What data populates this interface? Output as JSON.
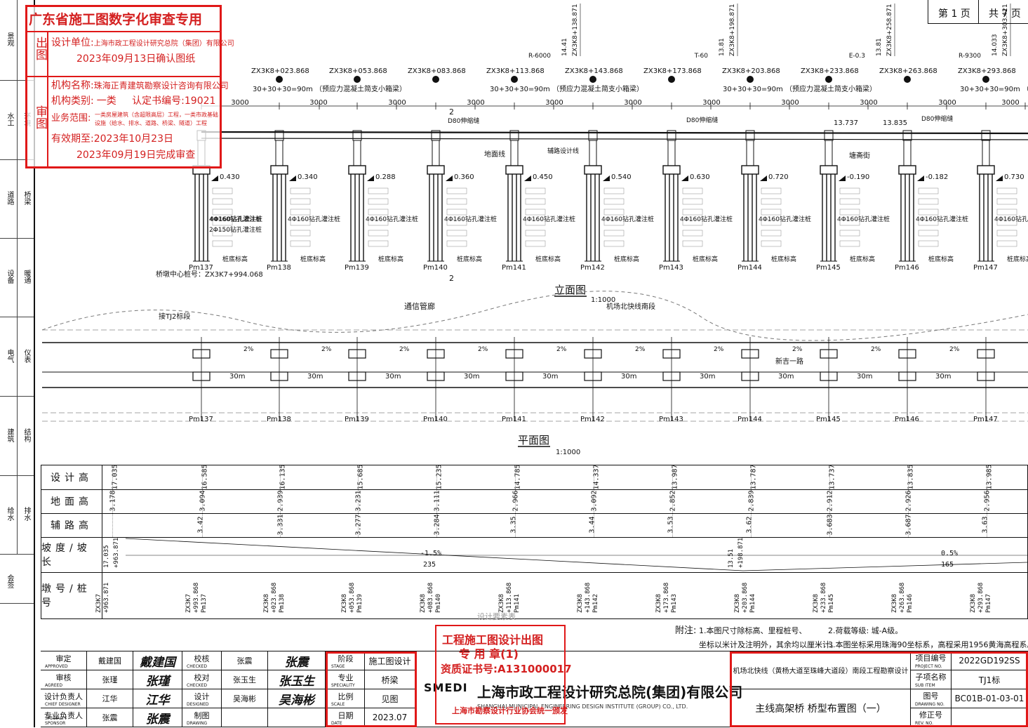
{
  "left_margin": {
    "cells": [
      {
        "a": "景观",
        "b": ""
      },
      {
        "a": "水工",
        "b": "环境"
      },
      {
        "a": "道路",
        "b": "桥梁"
      },
      {
        "a": "设备",
        "b": "暖通"
      },
      {
        "a": "电气",
        "b": "仪表"
      },
      {
        "a": "建筑",
        "b": "结构"
      },
      {
        "a": "给水",
        "b": "排水"
      },
      {
        "a": "会签",
        "b": ""
      }
    ]
  },
  "top_pages": {
    "page": "第 1 页",
    "total": "共 7 页"
  },
  "review_stamp": {
    "title": "广东省施工图数字化审查专用",
    "side_out": "出图",
    "side_review": "审图",
    "design_unit_label": "设计单位:",
    "design_unit": "上海市政工程设计研究总院（集团）有限公司",
    "confirm_date": "2023年09月13日确认图纸",
    "org_name_label": "机构名称:",
    "org_name": "珠海正青建筑勘察设计咨询有限公司",
    "org_type_label": "机构类别:",
    "org_type": "一类",
    "cert_label": "认定书编号:",
    "cert_no": "19021",
    "scope_label": "业务范围:",
    "scope": "一类房屋建筑（含超限高层）工程，一类市政基础设施（给水、排水、道路、桥梁、隧道）工程",
    "valid_label": "有效期至:",
    "valid_until": "2023年10月23日",
    "finish_date": "2023年09月19日完成审查"
  },
  "curve_marks": [
    {
      "r": "R-6000",
      "stake": "ZX3K8+138.871",
      "elev": "14.41"
    },
    {
      "r": "T-60",
      "stake": "ZX3K8+198.871",
      "elev": "13.81"
    },
    {
      "r": "E-0.3",
      "stake": "ZX3K8+258.871",
      "elev": "13.81"
    },
    {
      "r": "R-9300",
      "stake": "ZX3K8+303.421",
      "elev": "14.033"
    }
  ],
  "pier_stakes": [
    "ZX3K8+023.868",
    "ZX3K8+053.868",
    "ZX3K8+083.868",
    "ZX3K8+113.868",
    "ZX3K8+143.868",
    "ZX3K8+173.868",
    "ZX3K8+203.868",
    "ZX3K8+233.868",
    "ZX3K8+263.868",
    "ZX3K8+293.868"
  ],
  "span_note": "30+30+30=90m （预应力混凝土简支小箱梁）",
  "span_dims": [
    "3000",
    "3000",
    "3000",
    "3000",
    "3000",
    "3000",
    "3000",
    "3000",
    "3000",
    "3000",
    "3000",
    "3000",
    "300"
  ],
  "elevation": {
    "label": "立面图",
    "scale": "1:1000",
    "sub": "机场北快线南段",
    "piers": [
      "Pm137",
      "Pm138",
      "Pm139",
      "Pm140",
      "Pm141",
      "Pm142",
      "Pm143",
      "Pm144",
      "Pm145",
      "Pm146",
      "Pm147"
    ],
    "pile_note": "4Φ160钻孔灌注桩",
    "pile_note2": "2Φ150钻孔灌注桩",
    "pile_bottom": "桩底标高",
    "ground": "地面线",
    "aux_road": "辅路设计线",
    "joint": "D80伸缩缝",
    "section_tag": "2",
    "pier_center": "桥墩中心桩号：ZX3K7+994.068",
    "pipe": "通信管廊",
    "connect": "接TJ2标段",
    "levels": [
      "0.430",
      "0.340",
      "0.288",
      "0.360",
      "0.450",
      "0.540",
      "0.630",
      "0.720",
      "-0.190",
      "-0.182",
      "0.730"
    ],
    "street": "塘斋街",
    "top_a": "13.737",
    "top_b": "13.835"
  },
  "plan": {
    "label": "平面图",
    "scale": "1:1000",
    "new_road": "新吉一路",
    "span": "30m",
    "slope": "2%",
    "piers": [
      "Pm137",
      "Pm138",
      "Pm139",
      "Pm140",
      "Pm141",
      "Pm142",
      "Pm143",
      "Pm144",
      "Pm145",
      "Pm146",
      "Pm147"
    ]
  },
  "profile_table": {
    "rows": [
      {
        "label": "设计高",
        "values": [
          "17.035",
          "16.585",
          "16.135",
          "15.685",
          "15.235",
          "14.785",
          "14.337",
          "13.987",
          "13.787",
          "13.737",
          "13.835",
          "13.985"
        ]
      },
      {
        "label": "地面高",
        "values": [
          "3.178",
          "3.094",
          "2.939",
          "3.231",
          "3.111",
          "2.966",
          "3.092",
          "2.852",
          "2.839",
          "2.912",
          "2.926",
          "2.956"
        ]
      },
      {
        "label": "辅路高",
        "values": [
          "",
          "3.42",
          "3.331",
          "3.277",
          "3.284",
          "3.35",
          "3.44",
          "3.53",
          "3.62",
          "3.683",
          "3.687",
          "3.63"
        ]
      },
      {
        "label": "坡度/坡长",
        "values": []
      },
      {
        "label": "墩号/桩号",
        "values": []
      }
    ],
    "grade": {
      "start_elev": "17.035",
      "start_stake": "+963.871",
      "g1": "-1.5%",
      "l1": "235",
      "mid_elev": "13.51",
      "mid_stake": "+198.871",
      "g2": "0.5%",
      "l2": "165"
    },
    "stakes": [
      {
        "a": "ZX3K7",
        "b": "+963.871",
        "c": ""
      },
      {
        "a": "ZX3K7",
        "b": "+993.868",
        "c": "Pm137"
      },
      {
        "a": "ZX3K8",
        "b": "+023.868",
        "c": "Pm138"
      },
      {
        "a": "ZX3K8",
        "b": "+053.868",
        "c": "Pm139"
      },
      {
        "a": "ZX3K8",
        "b": "+083.868",
        "c": "Pm140"
      },
      {
        "a": "ZX3K8",
        "b": "+113.868",
        "c": "Pm141"
      },
      {
        "a": "ZX3K8",
        "b": "+143.868",
        "c": "Pm142"
      },
      {
        "a": "ZX3K8",
        "b": "+173.868",
        "c": "Pm143"
      },
      {
        "a": "ZX3K8",
        "b": "+203.868",
        "c": "Pm144"
      },
      {
        "a": "ZX3K8",
        "b": "+233.868",
        "c": "Pm145"
      },
      {
        "a": "ZX3K8",
        "b": "+263.868",
        "c": "Pm146"
      },
      {
        "a": "ZX3K8",
        "b": "+293.868",
        "c": "Pm147"
      }
    ]
  },
  "notes": {
    "head": "附注:",
    "n1": "1.本图尺寸除标高、里程桩号、",
    "n2": "2.荷载等级: 城-A级。",
    "n3": "坐标以米计及注明外，其余均以厘米计。",
    "n4": "3.本图坐标采用珠海90坐标系，高程采用1956黄海高程系。"
  },
  "title_block": {
    "approved": "审定",
    "approved_en": "APPROVED",
    "approved_name": "戴建国",
    "approved_sig": "戴建国",
    "agreed": "审核",
    "agreed_en": "AGREED",
    "agreed_name": "张瑾",
    "agreed_sig": "张瑾",
    "chief": "设计负责人",
    "chief_en": "CHIEF DESIGNER",
    "chief_name": "江华",
    "chief_sig": "江华",
    "sponsor": "专业负责人",
    "sponsor_en": "SPECIALTY SPONSOR",
    "sponsor_name": "张震",
    "sponsor_sig": "张震",
    "checked": "校核",
    "checked_en": "CHECKED",
    "checked_name": "张震",
    "checked_sig": "张震",
    "checked2": "校对",
    "checked2_en": "CHECKED",
    "checked2_name": "张玉生",
    "checked2_sig": "张玉生",
    "designed": "设计",
    "designed_en": "DESIGNED",
    "designed_name": "吴海彬",
    "designed_sig": "吴海彬",
    "drawing": "制图",
    "drawing_en": "DRAWING",
    "drawing_name": "",
    "stage": "阶段",
    "stage_en": "STAGE",
    "stage_val": "施工图设计",
    "speciality": "专业",
    "speciality_en": "SPECIALITY",
    "speciality_val": "桥梁",
    "scale": "比例",
    "scale_en": "SCALE",
    "scale_val": "见图",
    "date": "日期",
    "date_en": "DATE",
    "date_val": "2023.07",
    "company": "上海市政工程设计研究总院(集团)有限公司",
    "company_en": "SHANGHAI MUNICIPAL ENGINEERING DESIGN INSTITUTE (GROUP) CO., LTD.",
    "logo": "SMEDI",
    "project": "机场北快线（黄杨大道至珠峰大道段）南段工程勘察设计",
    "drawing_title": "主线高架桥 桥型布置图（一）",
    "project_no_label": "项目编号",
    "project_no_en": "PROJECT NO.",
    "project_no": "2022GD192SS",
    "sub_item_label": "子项名称",
    "sub_item_en": "SUB ITEM",
    "sub_item": "TJ1标",
    "drawing_no_label": "图号",
    "drawing_no_en": "DRAWING NO.",
    "drawing_no": "BC01B-01-03-01",
    "rev_label": "修正号",
    "rev_en": "REV. NO.",
    "rev": ""
  },
  "construction_stamp": {
    "line1": "工程施工图设计出图",
    "line2": "专 用 章(1)",
    "cert": "资质证书号:A131000017",
    "issuer": "上海市勘察设计行业协会统一颁发",
    "faint": "设计要素表"
  }
}
